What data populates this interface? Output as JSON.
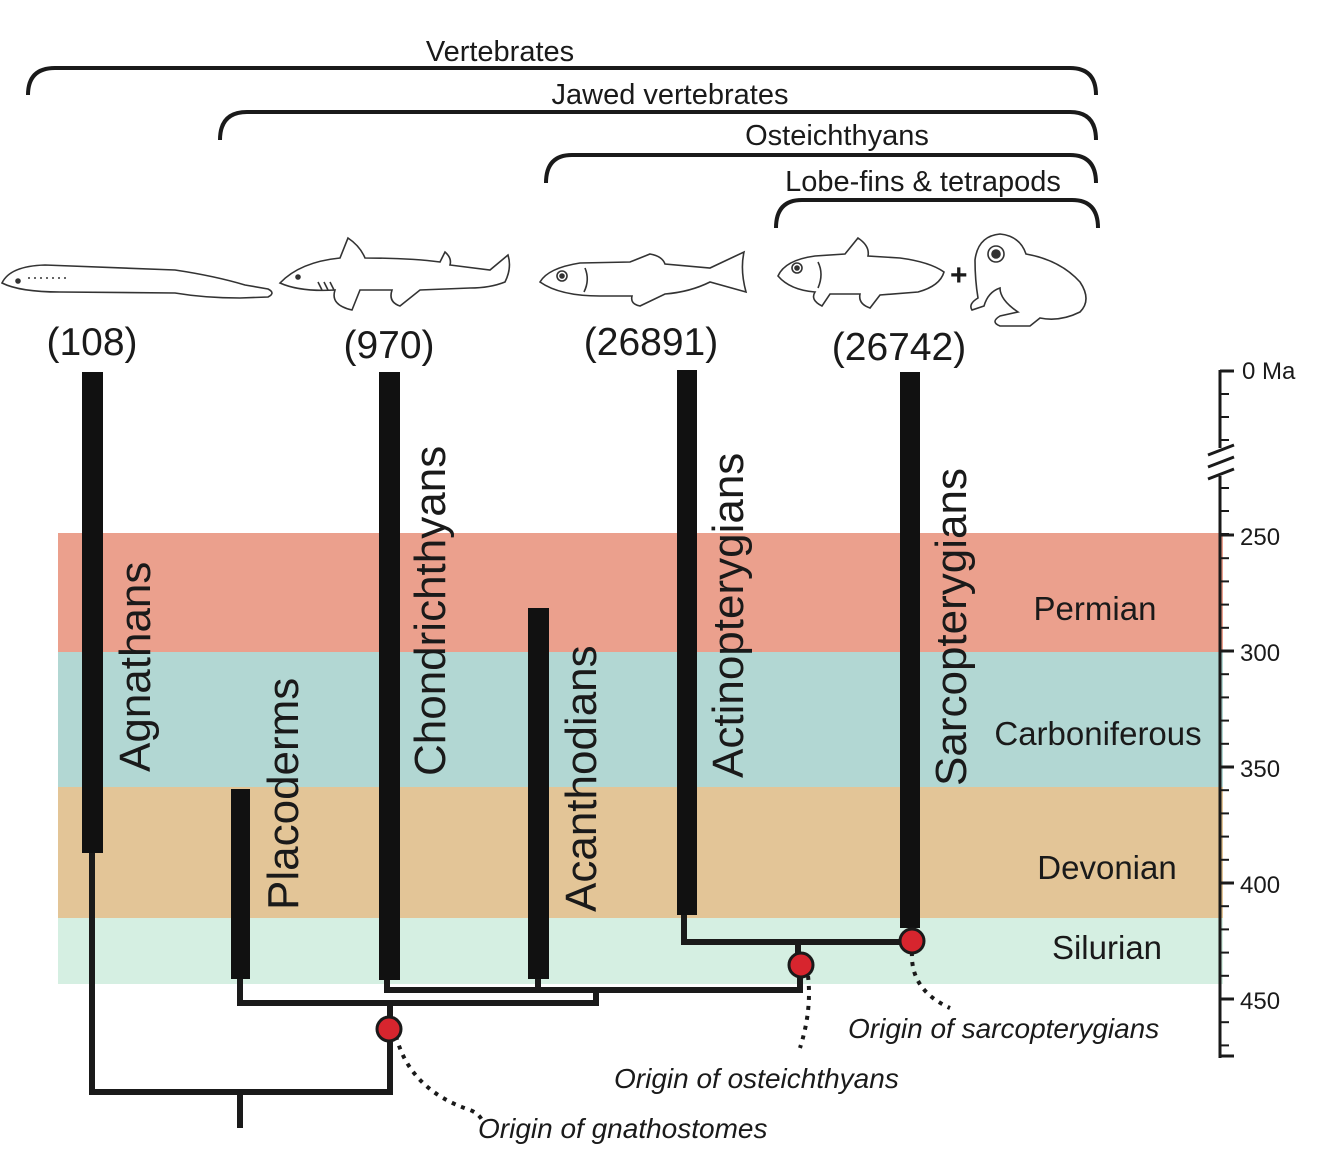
{
  "clades": {
    "vertebrates": "Vertebrates",
    "jawed": "Jawed vertebrates",
    "osteichthyans": "Osteichthyans",
    "lobefins": "Lobe-fins & tetrapods"
  },
  "counts": {
    "agnathans": "(108)",
    "chondrichthyans": "(970)",
    "actinopterygians": "(26891)",
    "sarcopterygians": "(26742)"
  },
  "taxa": {
    "agnathans": "Agnathans",
    "placoderms": "Placoderms",
    "chondrichthyans": "Chondrichthyans",
    "acanthodians": "Acanthodians",
    "actinopterygians": "Actinopterygians",
    "sarcopterygians": "Sarcopterygians"
  },
  "plus_sign": "+",
  "periods": {
    "permian": {
      "label": "Permian",
      "color": "#eba08d"
    },
    "carboniferous": {
      "label": "Carboniferous",
      "color": "#b2d7d3"
    },
    "devonian": {
      "label": "Devonian",
      "color": "#e3c597"
    },
    "silurian": {
      "label": "Silurian",
      "color": "#d5efe2"
    }
  },
  "scale": {
    "zero": "0 Ma",
    "t250": "250",
    "t300": "300",
    "t350": "350",
    "t400": "400",
    "t450": "450"
  },
  "origins": {
    "gnathostomes": "Origin of gnathostomes",
    "osteichthyans": "Origin of osteichthyans",
    "sarcopterygians": "Origin of sarcopterygians"
  },
  "colors": {
    "origin_dot": "#d7252e",
    "branch": "#1a1a1a"
  },
  "icons": [
    "lamprey-icon",
    "shark-icon",
    "ray-finned-fish-icon",
    "coelacanth-icon",
    "frog-icon"
  ]
}
